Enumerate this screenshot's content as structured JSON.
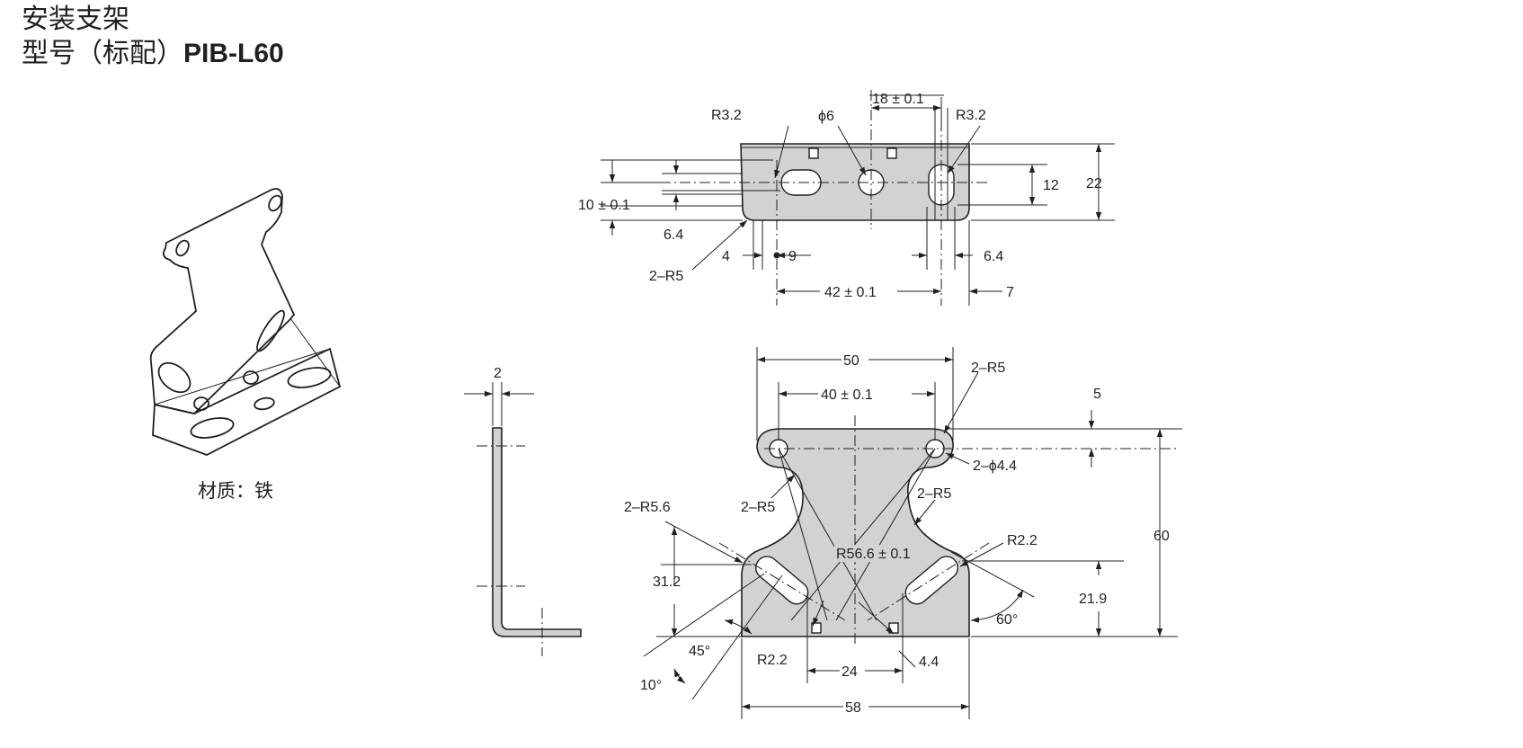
{
  "title": {
    "line1": "安装支架",
    "line2_prefix": "型号（标配）",
    "line2_model": "PIB-L60"
  },
  "material_label": "材质：铁",
  "top_view": {
    "r_left": "R3.2",
    "phi6": "ϕ6",
    "dim_18": "18 ± 0.1",
    "r_right": "R3.2",
    "dim_12": "12",
    "dim_22": "22",
    "dim_10": "10 ± 0.1",
    "dim_6_4_left": "6.4",
    "r5": "2–R5",
    "dim_4": "4",
    "dim_9": "9",
    "dim_6_4_right": "6.4",
    "dim_42": "42 ± 0.1",
    "dim_7": "7"
  },
  "side_view": {
    "thickness": "2"
  },
  "front_view": {
    "dim_50": "50",
    "dim_40": "40 ± 0.1",
    "r5_top": "2–R5",
    "dim_5": "5",
    "phi44": "2–ϕ4.4",
    "dim_60": "60",
    "r56": "2–R5.6",
    "r5_left": "2–R5",
    "r5_right": "2–R5",
    "r22_right": "R2.2",
    "r566": "R56.6 ± 0.1",
    "dim_31_2": "31.2",
    "dim_21_9": "21.9",
    "angle_60": "60°",
    "angle_45": "45°",
    "r22_left": "R2.2",
    "dim_24": "24",
    "dim_4_4": "4.4",
    "angle_10": "10°",
    "dim_58": "58"
  }
}
